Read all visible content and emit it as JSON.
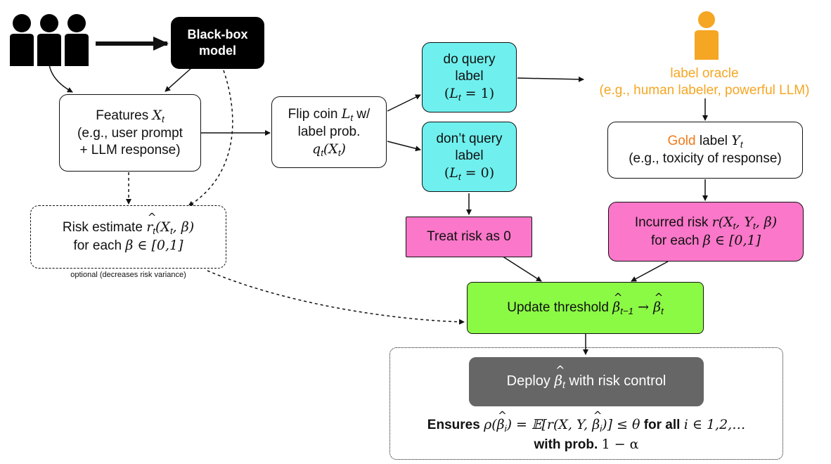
{
  "colors": {
    "cyan": "#6ff0ee",
    "pink": "#fa77c9",
    "green": "#8bfa45",
    "oracle": "#f5a623",
    "gold_word": "#f07a1a",
    "black_box": "#000000",
    "deploy_box": "#666666"
  },
  "icons": {
    "users": "three-people-icon",
    "oracle": "person-icon"
  },
  "nodes": {
    "black_box": {
      "line1": "Black-box",
      "line2": "model"
    },
    "features": {
      "line1_prefix": "Features ",
      "line1_var": "X",
      "line1_sub": "t",
      "line2": "(e.g., user prompt",
      "line3": "+ LLM response)"
    },
    "flip_coin": {
      "line1_prefix": "Flip coin ",
      "line1_var": "L",
      "line1_sub": "t",
      "line1_suffix": " w/",
      "line2": "label prob.",
      "line3_math": "q",
      "line3_sub": "t",
      "line3_rest": "(X",
      "line3_sub2": "t",
      "line3_end": ")"
    },
    "do_query": {
      "line1": "do query",
      "line2": "label",
      "line3_open": "(",
      "line3_var": "L",
      "line3_sub": "t",
      "line3_rest": " = 1)"
    },
    "dont_query": {
      "line1": "don’t query",
      "line2": "label",
      "line3_open": "(",
      "line3_var": "L",
      "line3_sub": "t",
      "line3_rest": " = 0)"
    },
    "oracle": {
      "line1": "label oracle",
      "line2": "(e.g., human labeler, powerful LLM)"
    },
    "gold_label": {
      "gold_word": "Gold",
      "line1_rest": " label ",
      "line1_var": "Y",
      "line1_sub": "t",
      "line2": "(e.g., toxicity of response)"
    },
    "risk_estimate": {
      "line1_prefix": "Risk estimate ",
      "line1_var": "r",
      "line1_sub": "t",
      "line1_args": "(X",
      "line1_sub2": "t",
      "line1_end": ", β)",
      "line2_prefix": "for each ",
      "line2_math": "β ∈ [0,1]"
    },
    "optional_note": "optional (decreases risk variance)",
    "treat_risk": "Treat risk as 0",
    "incurred_risk": {
      "line1_prefix": "Incurred risk ",
      "line1_math": "r(X",
      "line1_sub": "t",
      "line1_mid": ", Y",
      "line1_sub2": "t",
      "line1_end": ", β)",
      "line2_prefix": "for each ",
      "line2_math": "β ∈ [0,1]"
    },
    "update_threshold": {
      "prefix": "Update threshold ",
      "beta1": "β",
      "beta1_sub": "t−1",
      "arrow": " → ",
      "beta2": "β",
      "beta2_sub": "t"
    },
    "deploy": {
      "prefix": "Deploy ",
      "beta": "β",
      "beta_sub": "t",
      "suffix": " with risk control"
    },
    "ensures": {
      "word": "Ensures ",
      "rho": "ρ(",
      "beta": "β",
      "beta_sub": "i",
      "eq": ") = 𝔼[r(X, Y, ",
      "beta2": "β",
      "beta2_sub": "i",
      "tail": ")] ≤ θ",
      "for_all": " for all ",
      "range": "i ∈ 1,2,…",
      "line2_word": "with prob. ",
      "line2_math": "1 − α"
    }
  }
}
